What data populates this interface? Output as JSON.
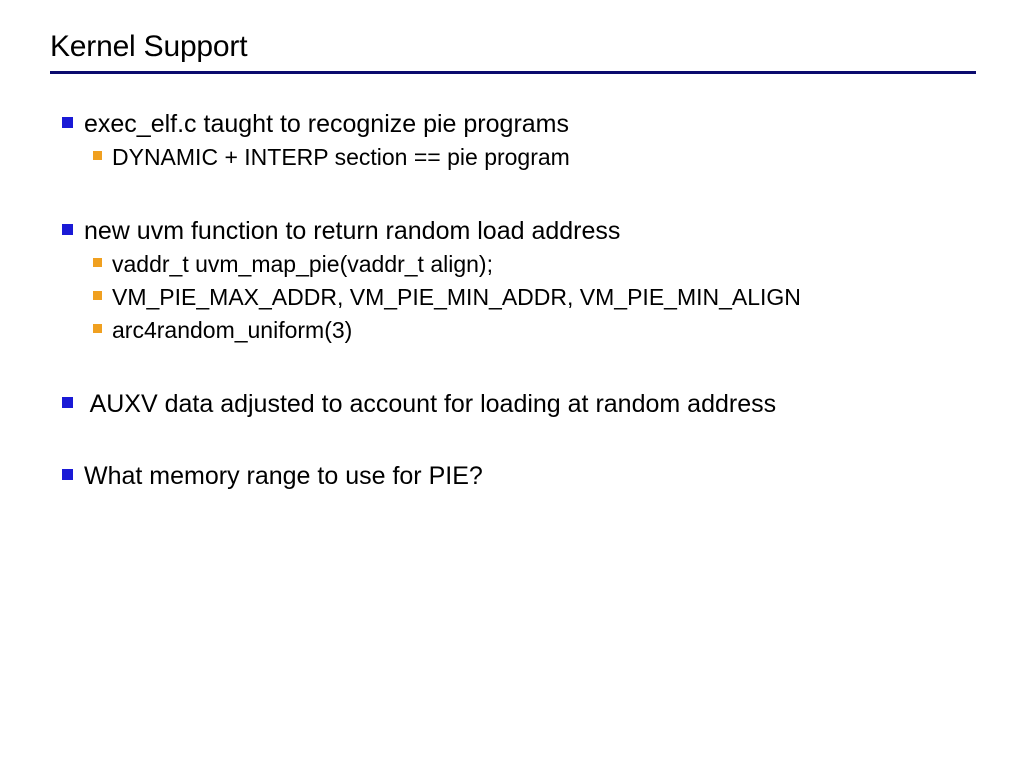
{
  "slide": {
    "title": "Kernel Support",
    "accent_color": "#0b0b6e",
    "bullet_level1_color": "#1a1ad6",
    "bullet_level2_color": "#f0a020",
    "background_color": "#ffffff",
    "text_color": "#000000",
    "bullets": [
      {
        "level": 1,
        "text": "exec_elf.c taught to recognize pie programs"
      },
      {
        "level": 2,
        "text": "DYNAMIC + INTERP section == pie program"
      },
      {
        "level": 1,
        "text": "new uvm function to return random load address"
      },
      {
        "level": 2,
        "text": "vaddr_t uvm_map_pie(vaddr_t align);"
      },
      {
        "level": 2,
        "text": "VM_PIE_MAX_ADDR, VM_PIE_MIN_ADDR, VM_PIE_MIN_ALIGN"
      },
      {
        "level": 2,
        "text": "arc4random_uniform(3)"
      },
      {
        "level": 1,
        "text": " AUXV data adjusted to account for loading at random address"
      },
      {
        "level": 1,
        "text": "What memory range to use for PIE?"
      }
    ]
  }
}
